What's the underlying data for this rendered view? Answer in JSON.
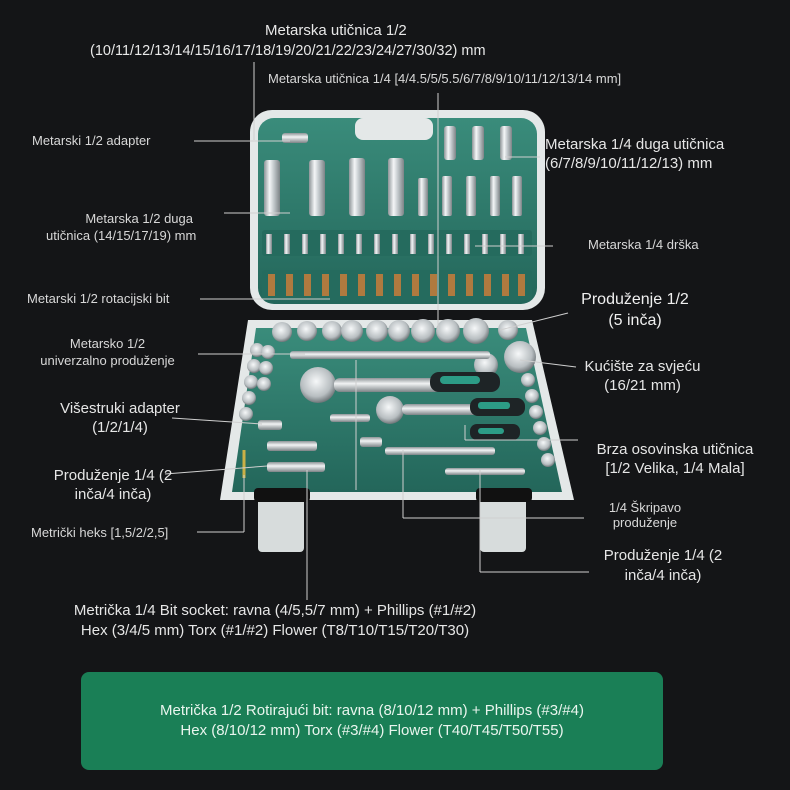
{
  "labels": {
    "top_title": "Metarska utičnica 1/2",
    "top_sizes": "(10/11/12/13/14/15/16/17/18/19/20/21/22/23/24/27/30/32) mm",
    "quarter_socket": "Metarska utičnica 1/4 [4/4.5/5/5.5/6/7/8/9/10/11/12/13/14 mm]",
    "half_adapter": "Metarski 1/2 adapter",
    "quarter_deep_title": "Metarska 1/4 duga utičnica",
    "quarter_deep_sizes": "(6/7/8/9/10/11/12/13) mm",
    "half_deep_1": "Metarska 1/2 duga",
    "half_deep_2": "utičnica (14/15/17/19) mm",
    "quarter_handle": "Metarska 1/4 drška",
    "half_rot_bit": "Metarski 1/2 rotacijski bit",
    "ext_half_1": "Produženje 1/2",
    "ext_half_2": "(5 inča)",
    "univ_ext_1": "Metarsko 1/2",
    "univ_ext_2": "univerzalno produženje",
    "spark_1": "Kućište za svjeću",
    "spark_2": "(16/21 mm)",
    "multi_adapter_1": "Višestruki adapter",
    "multi_adapter_2": "(1/2/1/4)",
    "quick_1": "Brza osovinska utičnica",
    "quick_2": "[1/2 Velika, 1/4 Mala]",
    "ext_quarter_a_1": "Produženje 1/4 (2",
    "ext_quarter_a_2": "inča/4 inča)",
    "wobble_1": "1/4 Škripavo",
    "wobble_2": "produženje",
    "hex": "Metrički heks [1,5/2/2,5]",
    "ext_quarter_b_1": "Produženje 1/4 (2",
    "ext_quarter_b_2": "inča/4 inča)"
  },
  "bottom": {
    "line1": "Metrička 1/4 Bit socket: ravna (4/5,5/7 mm) + Phillips (#1/#2)",
    "line2": "Hex (3/4/5 mm) Torx (#1/#2) Flower (T8/T10/T15/T20/T30)"
  },
  "banner": {
    "line1": "Metrička 1/2 Rotirajući bit: ravna (8/10/12 mm) + Phillips (#3/#4)",
    "line2": "Hex (8/10/12 mm) Torx (#3/#4) Flower (T40/T45/T50/T55)"
  },
  "colors": {
    "background": "#141517",
    "case_green": "#2d7a6a",
    "case_white": "#e8ecec",
    "chrome": "#cfd4d6",
    "banner_green": "#1a7f56"
  }
}
